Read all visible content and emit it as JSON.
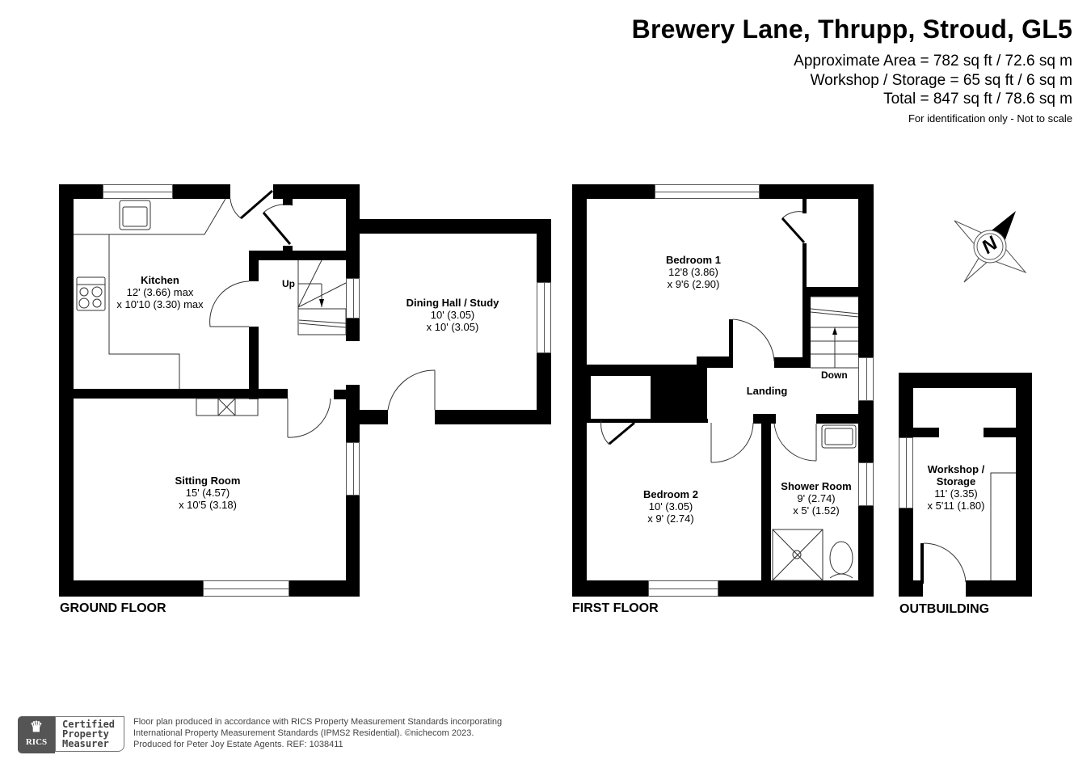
{
  "header": {
    "title": "Brewery Lane, Thrupp, Stroud, GL5",
    "areas": [
      "Approximate Area = 782 sq ft / 72.6 sq m",
      "Workshop / Storage = 65 sq ft / 6 sq m",
      "Total = 847 sq ft / 78.6 sq m"
    ],
    "disclaimer": "For identification only - Not to scale"
  },
  "floors": {
    "ground": {
      "label": "GROUND FLOOR",
      "rooms": [
        {
          "name": "Kitchen",
          "dim1": "12' (3.66) max",
          "dim2": "x 10'10 (3.30) max"
        },
        {
          "name": "Dining Hall / Study",
          "dim1": "10' (3.05)",
          "dim2": "x 10' (3.05)"
        },
        {
          "name": "Sitting Room",
          "dim1": "15' (4.57)",
          "dim2": "x 10'5 (3.18)"
        }
      ],
      "stair_label": "Up"
    },
    "first": {
      "label": "FIRST FLOOR",
      "rooms": [
        {
          "name": "Bedroom 1",
          "dim1": "12'8 (3.86)",
          "dim2": "x 9'6 (2.90)"
        },
        {
          "name": "Landing"
        },
        {
          "name": "Bedroom 2",
          "dim1": "10' (3.05)",
          "dim2": "x 9' (2.74)"
        },
        {
          "name": "Shower Room",
          "dim1": "9' (2.74)",
          "dim2": "x 5' (1.52)"
        }
      ],
      "stair_label": "Down"
    },
    "outbuilding": {
      "label": "OUTBUILDING",
      "rooms": [
        {
          "name_line1": "Workshop /",
          "name_line2": "Storage",
          "dim1": "11' (3.35)",
          "dim2": "x 5'11 (1.80)"
        }
      ]
    }
  },
  "compass": {
    "letter": "N",
    "icon": "compass-rose-icon"
  },
  "footer": {
    "badge_brand": "RICS",
    "badge_lines": [
      "Certified",
      "Property",
      "Measurer"
    ],
    "lines": [
      "Floor plan produced in accordance with RICS Property Measurement Standards incorporating",
      "International Property Measurement Standards (IPMS2 Residential).   ©nichecom 2023.",
      "Produced for Peter Joy Estate Agents.   REF:  1038411"
    ]
  }
}
